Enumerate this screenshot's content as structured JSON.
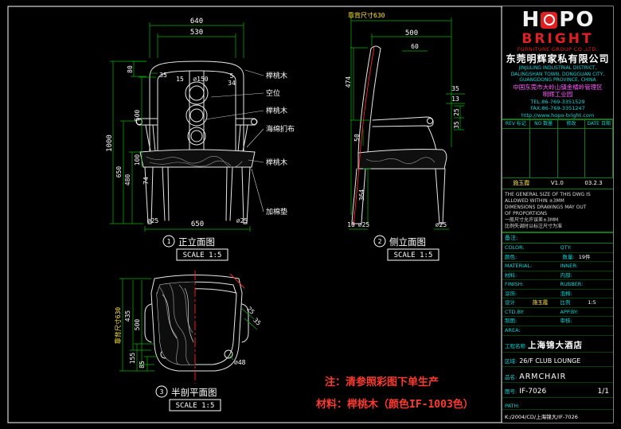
{
  "notes": {
    "production": "注：清参照彩图下单生产",
    "material": "材料：榉桃木（颜色IF-1003色）"
  },
  "views": {
    "front": {
      "badge": "1",
      "title": "正立面图",
      "scale": "SCALE 1:5",
      "dims": {
        "w_outer": "640",
        "w_inner": "530",
        "h_crest": "80",
        "h_total": "1000",
        "h_arm": "650",
        "h_seat": "480",
        "h_back": "500",
        "t_seat": "100",
        "stile": "35",
        "gap": "15",
        "ring": "⌀150",
        "d5": "5",
        "d34": "34",
        "leg_h": "74",
        "leg_l": "⌀25",
        "w_base": "650",
        "leg_r": "⌀25"
      },
      "labels": {
        "l1": "榉桃木",
        "l2": "空位",
        "l3": "榉桃木",
        "l4": "海绵扪布",
        "l5": "榉桃木",
        "l6": "加棉垫"
      }
    },
    "side": {
      "badge": "2",
      "title": "侧立面图",
      "scale": "SCALE 1:5",
      "dims": {
        "back_size": "靠背尺寸630",
        "depth": "500",
        "d60": "60",
        "d474": "474",
        "d35a": "35",
        "d13": "13",
        "d25a": "25",
        "d35b": "35",
        "d50": "50",
        "d364": "364",
        "d10": "10",
        "leg_f": "⌀25",
        "leg_b": "⌀25"
      }
    },
    "plan": {
      "badge": "3",
      "title": "半剖平面图",
      "scale": "SCALE 1:5",
      "dims": {
        "back_size": "靠背尺寸630",
        "d435": "435",
        "d500": "500",
        "d155": "155",
        "d85": "85",
        "d25": "25",
        "d35": "35",
        "d48": "⌀48"
      }
    }
  },
  "titleblock": {
    "logo": {
      "l1": "H",
      "l2": "P",
      "l3": "O",
      "brand": "BRIGHT"
    },
    "company_en": "FURNITURE GROUP CO.,LTD.",
    "company_cn": "东莞明辉家私有限公司",
    "address": {
      "en1": "JINJULING INDUSTRIAL DISTRICT,",
      "en2": "DALINGSHAN TOWN, DONGGUAN CITY,",
      "en3": "GUANGDONG PROVINCE, CHINA",
      "cn1": "中国东莞市大岭山镇金橘岭管理区",
      "cn2": "明辉工业园"
    },
    "tel": "TEL:86-769-3351529",
    "fax": "FAX:86-769-3351247",
    "web": "http://www.hopo-bright.com",
    "rev_header": {
      "rev": "REV 标记",
      "no": "NO 数量",
      "mod": "修改",
      "date": "DATE 日期"
    },
    "version": {
      "name": "施玉霞",
      "ver": "V1.0",
      "date": "03.2.3"
    },
    "tolerance": [
      "THE GENERAL SIZE OF THIS DWG IS",
      "ALLOWED WITHIN ±3MM",
      "DIMENSIONS DRAWINGS MAY OUT",
      "OF PROPORTIONS",
      "一般尺寸允许误差±3MM",
      "比例失调时以标注尺寸为准"
    ],
    "remark": "备注:",
    "fields": {
      "color_en": "COLOR:",
      "qty_en": "QTY:",
      "color_cn": "颜色:",
      "qty_cn": "数量:",
      "qty_val": "19件",
      "material_en": "MATERIAL:",
      "inner_en": "INNER:",
      "material_cn": "材料:",
      "inner_cn": "内部:",
      "finish_en": "FINISH:",
      "rubber_en": "RUBBER:",
      "finish_cn": "涂饰:",
      "rubber_cn": "泡棉:",
      "design_label": "设计",
      "designer": "施玉霞",
      "scale_label": "比例",
      "scale_val": "1:5",
      "ctd_by": "CTD.BY:",
      "app_by": "APP.BY:",
      "draw_cn": "制图:",
      "check_cn": "审核:"
    },
    "project": {
      "area_label": "AREA:",
      "name_label": "工程名称",
      "name_value": "上海锦大酒店",
      "zone_label": "区域:",
      "zone_value": "26/F CLUB LOUNGE",
      "item_label": "品名:",
      "item_value": "ARMCHAIR",
      "dwg_label": "图号:",
      "dwg_value": "IF-7026",
      "sheet": "1/1",
      "path_label": "PATH:",
      "path_value": "K:/2004/CD/上海锦大/IF-7026"
    }
  }
}
